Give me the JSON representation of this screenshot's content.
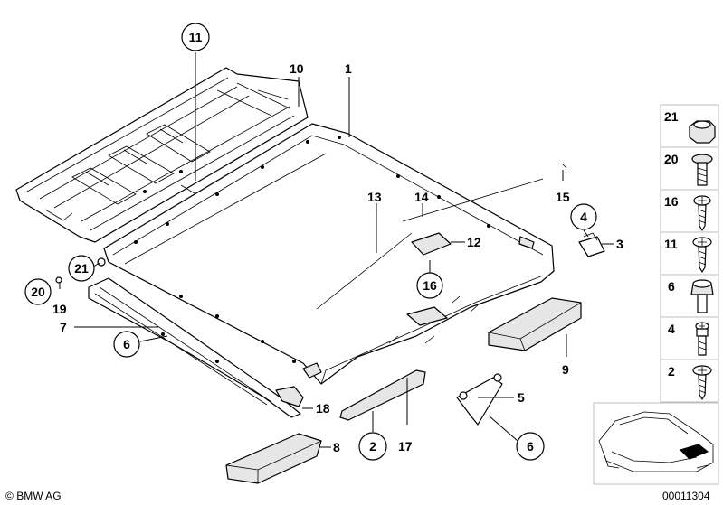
{
  "callouts": [
    {
      "id": "c10",
      "text": "10",
      "circled": false
    },
    {
      "id": "c1",
      "text": "1",
      "circled": false
    },
    {
      "id": "c11",
      "text": "11",
      "circled": true
    },
    {
      "id": "c13",
      "text": "13",
      "circled": false
    },
    {
      "id": "c14",
      "text": "14",
      "circled": false
    },
    {
      "id": "c15",
      "text": "15",
      "circled": false
    },
    {
      "id": "c4",
      "text": "4",
      "circled": true
    },
    {
      "id": "c3",
      "text": "3",
      "circled": false
    },
    {
      "id": "c12",
      "text": "12",
      "circled": false
    },
    {
      "id": "c16",
      "text": "16",
      "circled": true
    },
    {
      "id": "c21",
      "text": "21",
      "circled": true
    },
    {
      "id": "c20",
      "text": "20",
      "circled": true
    },
    {
      "id": "c19",
      "text": "19",
      "circled": false
    },
    {
      "id": "c7",
      "text": "7",
      "circled": false
    },
    {
      "id": "c6a",
      "text": "6",
      "circled": true
    },
    {
      "id": "c9",
      "text": "9",
      "circled": false
    },
    {
      "id": "c18",
      "text": "18",
      "circled": false
    },
    {
      "id": "c5",
      "text": "5",
      "circled": false
    },
    {
      "id": "c2",
      "text": "2",
      "circled": true
    },
    {
      "id": "c17",
      "text": "17",
      "circled": false
    },
    {
      "id": "c8",
      "text": "8",
      "circled": false
    },
    {
      "id": "c6b",
      "text": "6",
      "circled": true
    }
  ],
  "fastener_strip": [
    "21",
    "20",
    "16",
    "11",
    "6",
    "4",
    "2"
  ],
  "footer": {
    "brand": "BMW AG",
    "diagram_number": "00011304"
  }
}
